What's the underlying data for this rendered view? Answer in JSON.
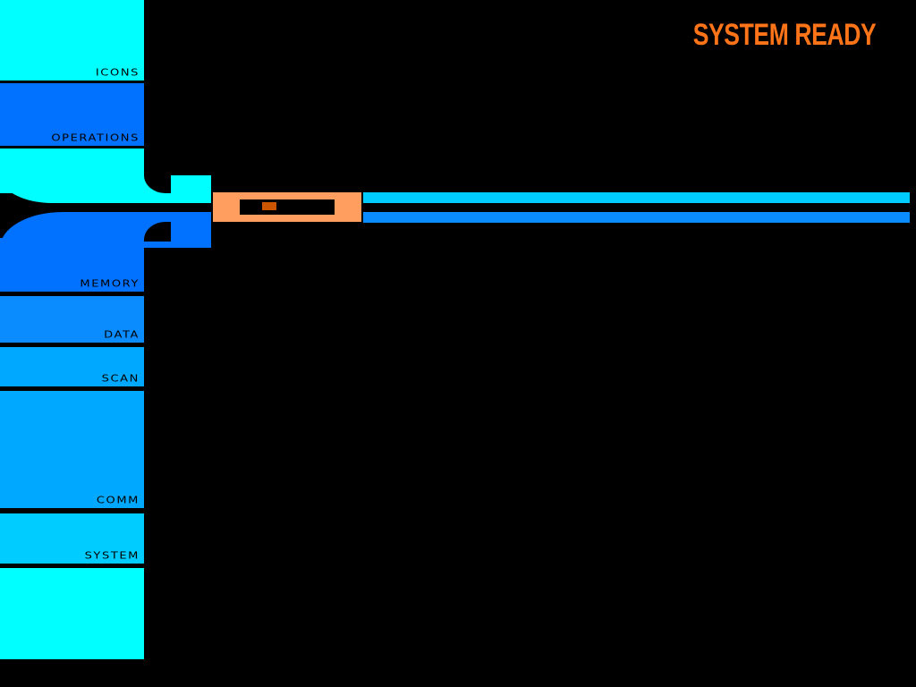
{
  "status": {
    "text": "SYSTEM READY"
  },
  "sidebar": {
    "items": [
      {
        "label": "ICONS"
      },
      {
        "label": "OPERATIONS"
      },
      {
        "label": "MEMORY"
      },
      {
        "label": "DATA"
      },
      {
        "label": "SCAN"
      },
      {
        "label": "COMM"
      },
      {
        "label": "SYSTEM"
      }
    ]
  },
  "colors": {
    "cyan": "#00ffff",
    "blue_dark": "#0072ff",
    "blue_mid": "#0a8cff",
    "blue_light": "#00a8ff",
    "cyan_light": "#00ccff",
    "orange_text": "#ff7418",
    "orange_control": "#ff9e5e",
    "orange_indicator": "#cc5500"
  },
  "control": {
    "icon": "slider-control"
  }
}
